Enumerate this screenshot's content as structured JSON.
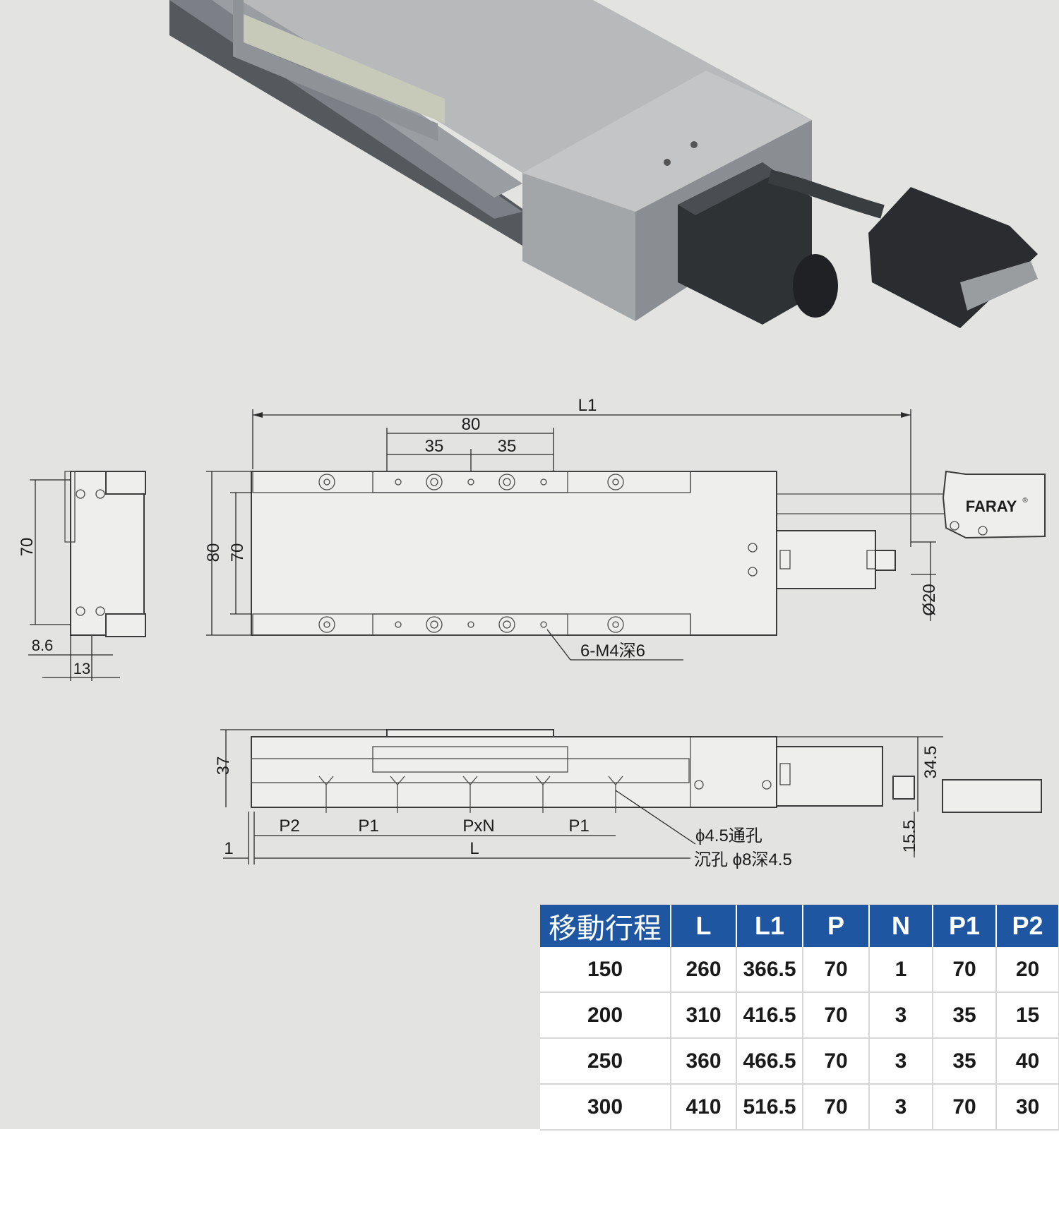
{
  "drawing": {
    "brand": "FARAY",
    "brand_mark": "®",
    "top_view": {
      "L1": "L1",
      "d80": "80",
      "d35a": "35",
      "d35b": "35",
      "d80_height": "80",
      "d70_height": "70",
      "d20": "Ø20",
      "holes_note": "6-M4深6"
    },
    "end_view": {
      "d70": "70",
      "d8_6": "8.6",
      "d13": "13"
    },
    "side_view": {
      "d37": "37",
      "d34_5": "34.5",
      "d15_5": "15.5",
      "P2": "P2",
      "P1a": "P1",
      "PxN": "PxN",
      "P1b": "P1",
      "d1": "1",
      "L": "L",
      "hole_note_1": "ϕ4.5通孔",
      "hole_note_2": "沉孔 ϕ8深4.5"
    }
  },
  "table": {
    "headers": [
      "移動行程",
      "L",
      "L1",
      "P",
      "N",
      "P1",
      "P2"
    ],
    "rows": [
      [
        "150",
        "260",
        "366.5",
        "70",
        "1",
        "70",
        "20"
      ],
      [
        "200",
        "310",
        "416.5",
        "70",
        "3",
        "35",
        "15"
      ],
      [
        "250",
        "360",
        "466.5",
        "70",
        "3",
        "35",
        "40"
      ],
      [
        "300",
        "410",
        "516.5",
        "70",
        "3",
        "70",
        "30"
      ]
    ]
  },
  "colors": {
    "background": "#e3e3e1",
    "table_header": "#1f56a2",
    "stage_top": "#b5b7b9",
    "stage_side": "#5c6066",
    "motor": "#2e3134"
  }
}
